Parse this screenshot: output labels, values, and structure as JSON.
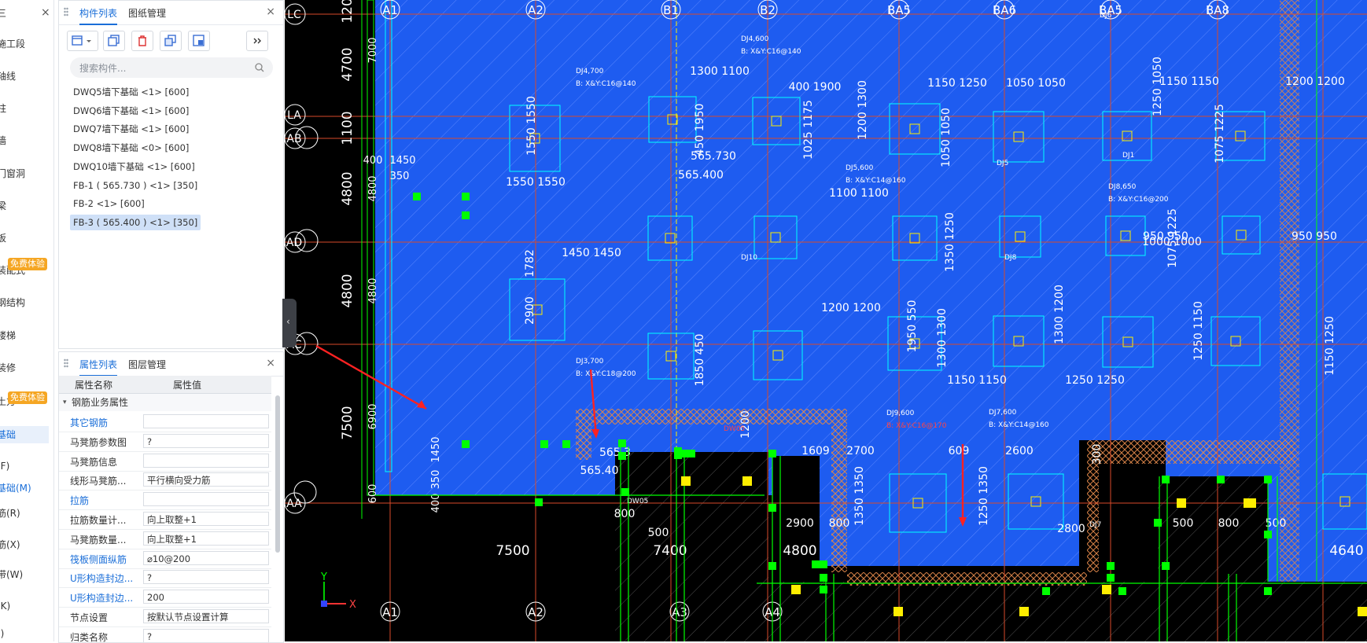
{
  "nav": {
    "items": [
      {
        "label": "三",
        "name": "nav-top"
      },
      {
        "label": "施工段",
        "name": "nav-construction-section"
      },
      {
        "label": "轴线",
        "name": "nav-axis"
      },
      {
        "label": "柱",
        "name": "nav-column"
      },
      {
        "label": "墙",
        "name": "nav-wall"
      },
      {
        "label": "门窗洞",
        "name": "nav-door-window"
      },
      {
        "label": "梁",
        "name": "nav-beam"
      },
      {
        "label": "板",
        "name": "nav-slab"
      },
      {
        "label": "装配式",
        "name": "nav-prefab"
      },
      {
        "label": "钢结构",
        "name": "nav-steel"
      },
      {
        "label": "楼梯",
        "name": "nav-stair"
      },
      {
        "label": "装修",
        "name": "nav-decoration"
      },
      {
        "label": "土方",
        "name": "nav-earthwork"
      },
      {
        "label": "基础",
        "name": "nav-foundation"
      },
      {
        "label": "(F)",
        "name": "nav-f"
      },
      {
        "label": "基础(M)",
        "name": "nav-foundation-m"
      },
      {
        "label": "筋(R)",
        "name": "nav-r"
      },
      {
        "label": "筋(X)",
        "name": "nav-x"
      },
      {
        "label": "带(W)",
        "name": "nav-w"
      },
      {
        "label": "(K)",
        "name": "nav-k"
      },
      {
        "label": "()",
        "name": "nav-blank"
      }
    ],
    "badge1": "免费体验",
    "badge2": "免费体验",
    "close": "×"
  },
  "component_panel": {
    "tab_active": "构件列表",
    "tab_other": "图纸管理",
    "close": "×",
    "search_placeholder": "搜索构件...",
    "items": [
      "DWQ5墙下基础 <1> [600]",
      "DWQ6墙下基础 <1> [600]",
      "DWQ7墙下基础 <1> [600]",
      "DWQ8墙下基础 <0> [600]",
      "DWQ10墙下基础 <1> [600]",
      "FB-1 ( 565.730 ) <1> [350]",
      "FB-2 <1> [600]",
      "FB-3 ( 565.400 ) <1> [350]"
    ],
    "selected_index": 7
  },
  "property_panel": {
    "tab_active": "属性列表",
    "tab_other": "图层管理",
    "close": "×",
    "col_name": "属性名称",
    "col_value": "属性值",
    "group": "钢筋业务属性",
    "rows": [
      {
        "name": "其它钢筋",
        "value": "",
        "link": true
      },
      {
        "name": "马凳筋参数图",
        "value": "?",
        "link": false
      },
      {
        "name": "马凳筋信息",
        "value": "",
        "link": false
      },
      {
        "name": "线形马凳筋...",
        "value": "平行横向受力筋",
        "link": false
      },
      {
        "name": "拉筋",
        "value": "",
        "link": true
      },
      {
        "name": "拉筋数量计...",
        "value": "向上取整+1",
        "link": false
      },
      {
        "name": "马凳筋数量...",
        "value": "向上取整+1",
        "link": false
      },
      {
        "name": "筏板侧面纵筋",
        "value": "⌀10@200",
        "link": true
      },
      {
        "name": "U形构造封边...",
        "value": "?",
        "link": true
      },
      {
        "name": "U形构造封边...",
        "value": "200",
        "link": true
      },
      {
        "name": "节点设置",
        "value": "按默认节点设置计算",
        "link": false
      },
      {
        "name": "归类名称",
        "value": "?",
        "link": false
      }
    ]
  },
  "canvas": {
    "colors": {
      "slab": "#1e5cf0",
      "grid": "#ff4444",
      "text": "#ffffff",
      "hatch": "#f0a060",
      "green": "#00ff00",
      "yellow": "#ffee00",
      "cyan": "#00ffff",
      "red_arrow": "#ff2222"
    },
    "axis_top": [
      "A1",
      "A2",
      "B1",
      "B2",
      "BA5",
      "BA6",
      "BA5",
      "BA8"
    ],
    "axis_bottom": [
      "A1",
      "A2",
      "A3",
      "A4"
    ],
    "axis_left": [
      "LC",
      "LA",
      "AB",
      "AD",
      "AC",
      "AA"
    ],
    "left_dims": [
      "4700",
      "1100",
      "4800",
      "4800",
      "7500",
      "1200"
    ],
    "left_dims_inner": [
      "7000",
      "400",
      "1450",
      "350",
      "4800",
      "4800",
      "6900",
      "600",
      "1450",
      "350",
      "400"
    ],
    "bottom_dims": [
      "7500",
      "7400",
      "4800",
      "4640",
      "800",
      "500",
      "2900",
      "800",
      "2800",
      "500",
      "800",
      "500"
    ],
    "pad_labels": [
      "1550 1550",
      "1550 1550",
      "1450 1450",
      "1782",
      "2900",
      "1300 1100",
      "450 1950",
      "1850 450",
      "1050 1050",
      "1250 1050",
      "1075 1225",
      "400 1900",
      "1025 1175",
      "1100 1100",
      "1200 1300",
      "1950 550",
      "1200 1200",
      "1150 1250",
      "1050 1050",
      "1350 1250",
      "1300 1300",
      "1150 1150",
      "1075 1225",
      "950 950",
      "1300 1200",
      "1250 1250",
      "1000 1000",
      "1250 1150",
      "1150 1250",
      "1200 1200",
      "950 950",
      "1150 1150",
      "1609",
      "2700",
      "609",
      "2600",
      "1350 1350",
      "1250 1350",
      "565.730",
      "565.400",
      "565.3",
      "565.40",
      "1200",
      "300"
    ],
    "small_labels": [
      "DJ4,700",
      "B: X&Y:C16@140",
      "DJ4,600",
      "B: X&Y:C16@140",
      "DJ5,600",
      "B: X&Y:C14@160",
      "DJ3,700",
      "B: X&Y:C18@200",
      "DJ7,600",
      "B: X&Y:C14@160",
      "DJ8,650",
      "B: X&Y:C16@200",
      "DJ9,600",
      "B: X&Y:C16@170",
      "DW05",
      "DW05",
      "DJ6",
      "DJ5",
      "DJ1",
      "DJ10",
      "DJ8",
      "DJ7"
    ],
    "coord_y": "Y",
    "coord_x": "X"
  }
}
